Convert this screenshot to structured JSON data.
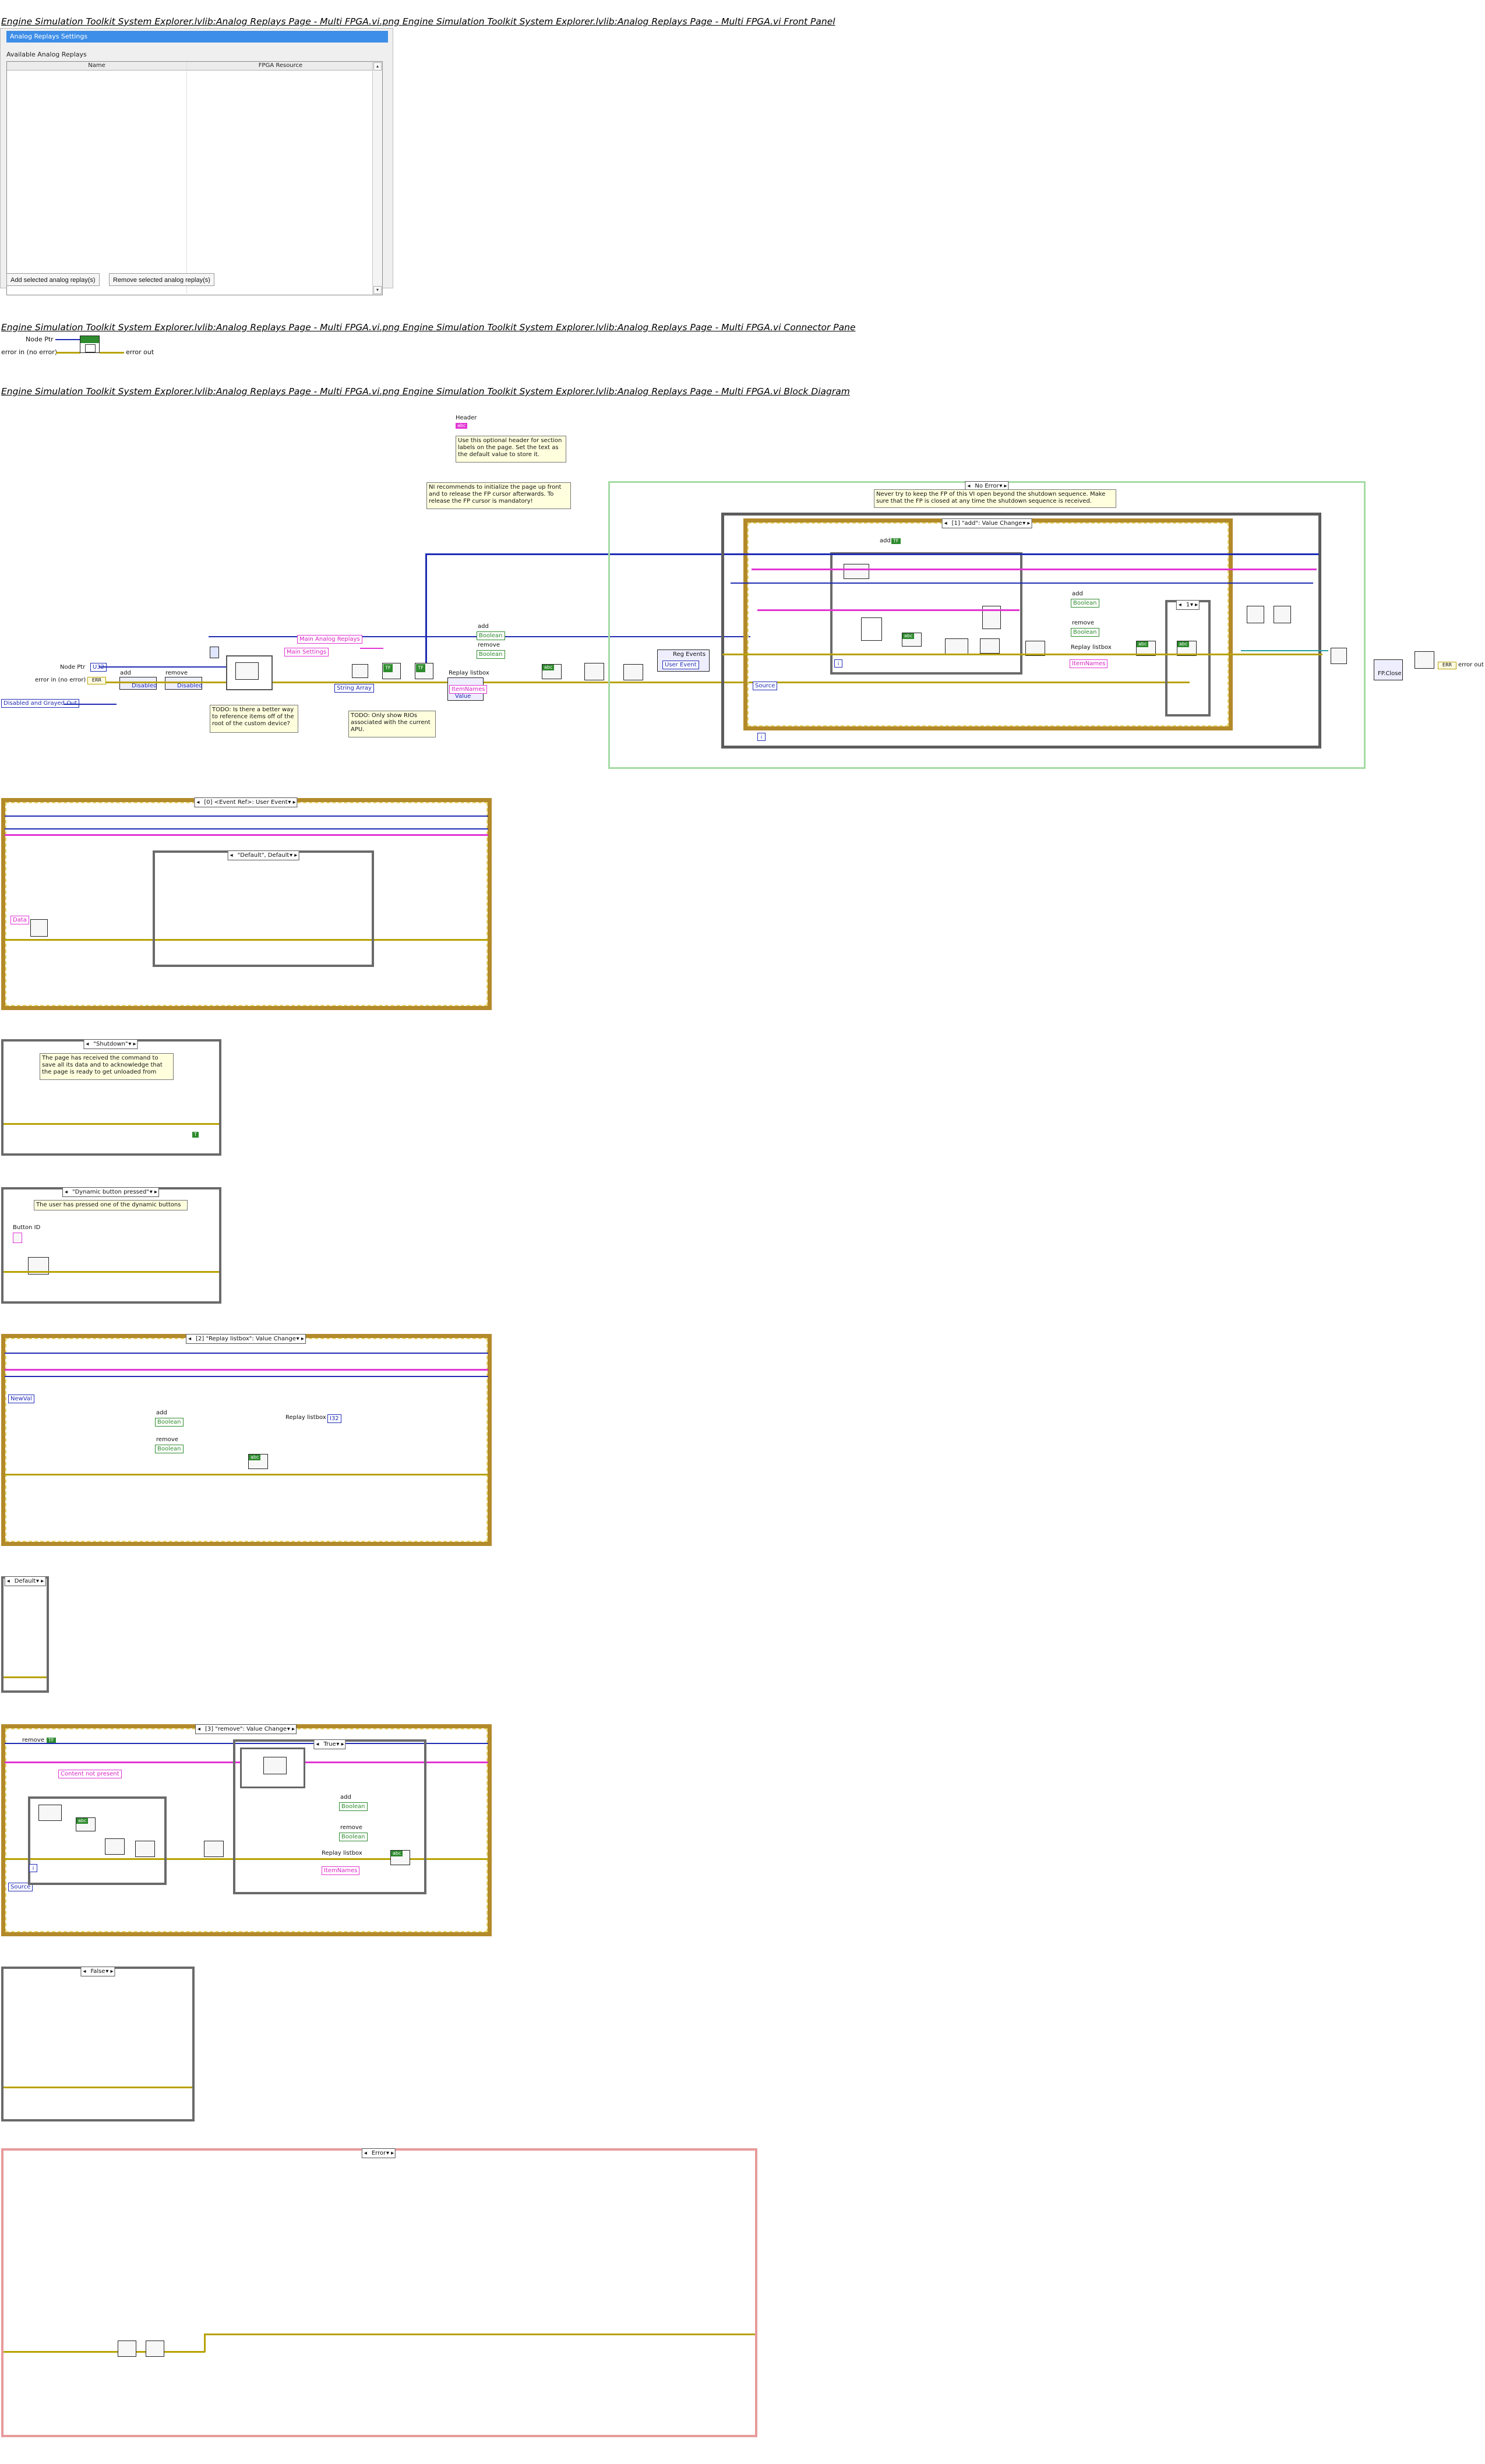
{
  "headings": {
    "front_panel": "Engine Simulation Toolkit System Explorer.lvlib:Analog Replays Page - Multi FPGA.vi.png  Engine Simulation Toolkit System Explorer.lvlib:Analog Replays Page - Multi FPGA.vi Front Panel",
    "connector_pane": "Engine Simulation Toolkit System Explorer.lvlib:Analog Replays Page - Multi FPGA.vi.png  Engine Simulation Toolkit System Explorer.lvlib:Analog Replays Page - Multi FPGA.vi Connector Pane",
    "block_diagram": "Engine Simulation Toolkit System Explorer.lvlib:Analog Replays Page - Multi FPGA.vi.png  Engine Simulation Toolkit System Explorer.lvlib:Analog Replays Page - Multi FPGA.vi Block Diagram"
  },
  "front_panel": {
    "title": "Analog Replays Settings",
    "list_label": "Available Analog Replays",
    "columns": [
      "Name",
      "FPGA Resource"
    ],
    "add_button": "Add selected analog replay(s)",
    "remove_button": "Remove selected analog replay(s)"
  },
  "connector_pane": {
    "node_ptr": "Node Ptr",
    "error_in": "error in (no error)",
    "error_out": "error out"
  },
  "block_diagram": {
    "header_label": "Header",
    "header_note": "Use this optional header for section labels on the page. Set the text as the default value to store it.",
    "ni_note": "NI recommends to initialize the page up front and to release the FP cursor afterwards. To release the FP cursor is mandatory!",
    "todo_note_1": "TODO: Is there a better way to reference items off of the root of the custom device?",
    "todo_note_2": "TODO: Only show RIOs associated with the current APU.",
    "shutdown_note": "Never try to keep the FP of this VI open beyond the shutdown sequence. Make sure that the FP is closed at any time the shutdown sequence is received.",
    "no_error_case": "No Error",
    "error_case": "Error",
    "add_value_change": "[1] \"add\": Value Change",
    "node_ptr": "Node Ptr",
    "error_in": "error in (no error)",
    "error_out": "error out",
    "add": "add",
    "remove": "remove",
    "replay_listbox": "Replay listbox",
    "item_names": "ItemNames",
    "value": "Value",
    "disabled": "Disabled",
    "disabled_grayed": "Disabled and Grayed Out",
    "main_analog_replays": "Main Analog Replays",
    "main_settings": "Main Settings",
    "string_array": "String Array",
    "reg_events": "Reg Events",
    "user_event": "User Event",
    "source": "Source",
    "boolean": "Boolean",
    "fp_close": "FP.Close",
    "event_ref_case": "[0] <Event Ref>: User Event",
    "default_case": "\"Default\", Default",
    "data": "Data",
    "shutdown_case": "\"Shutdown\"",
    "shutdown_desc": "The page has received the command to save all its data and to acknowledge that the page is ready to get unloaded from",
    "dynamic_case": "\"Dynamic button pressed\"",
    "dynamic_desc": "The user has pressed one of the dynamic buttons",
    "button_id": "Button ID",
    "replay_listbox_case": "[2] \"Replay listbox\": Value Change",
    "new_val": "NewVal",
    "default_only": "Default",
    "remove_value_change": "[3] \"remove\": Value Change",
    "content_not_present": "Content not present",
    "true_case": "True",
    "false_case": "False",
    "one": "1",
    "zero": "0",
    "tf": "TF"
  }
}
